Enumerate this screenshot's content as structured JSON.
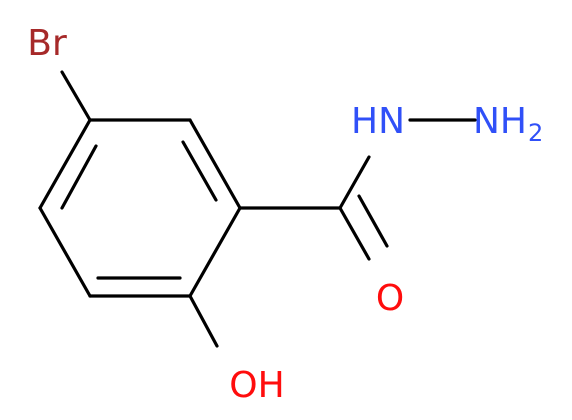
{
  "molecule": {
    "atoms": {
      "bromine": {
        "label": "Br",
        "color": "#a62929"
      },
      "hydrazide_nh": {
        "label": "HN",
        "color": "#3050f8"
      },
      "amine": {
        "label": "NH",
        "subscript": "2",
        "color": "#3050f8"
      },
      "carbonyl_oxygen": {
        "label": "O",
        "color": "#ff0d0d"
      },
      "hydroxyl": {
        "label": "OH",
        "color": "#ff0d0d"
      }
    },
    "bond_color": "#000000"
  }
}
